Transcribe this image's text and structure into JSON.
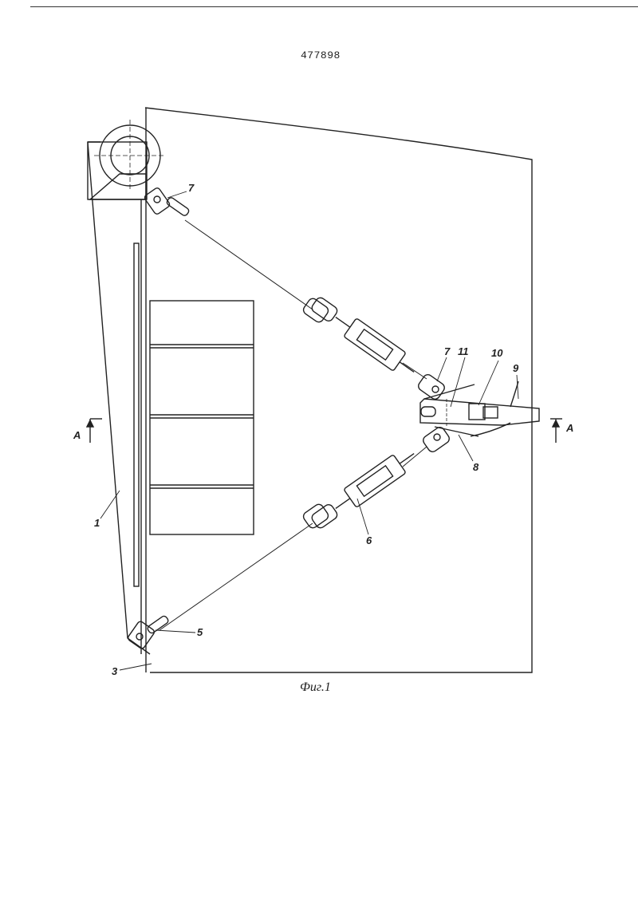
{
  "document": {
    "patent_number": "477898",
    "caption": "Фиг.1"
  },
  "labels": {
    "l1": "1",
    "l3": "3",
    "l5": "5",
    "l6": "6",
    "l7a": "7",
    "l7b": "7",
    "l8": "8",
    "l9": "9",
    "l10": "10",
    "l11": "11",
    "section_left": "A",
    "section_right": "A"
  }
}
